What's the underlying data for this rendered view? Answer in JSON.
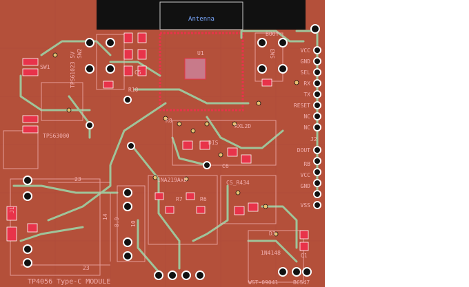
{
  "board": {
    "antenna": "Antenna",
    "module_title": "TP4056 Type-C MODULE",
    "switch_labels": [
      "SW1",
      "SW2",
      "SW3"
    ],
    "boot_label": "BOOT",
    "reg_labels": [
      "TPS61023 5V",
      "TPS63000"
    ],
    "u_label": "U1",
    "d_label": "D3",
    "diode_part": "1N4148",
    "transistor": "Q1",
    "transistor_part": "BC547",
    "conn_part": "WST-09041",
    "ina_label": "INA219AxD",
    "cs_label": "CS_R434",
    "rxl_label": "RXL2D",
    "dis_label": "DIS",
    "ref_r10": "R10",
    "ref_r8": "R8",
    "ref_c6": "C6",
    "ref_c5": "C5",
    "ref_r7": "R7",
    "ref_r6": "R6",
    "ref_j1": "J1",
    "ref_j2": "J2",
    "dim_23": "23",
    "dim_14": "14",
    "dim_89": "8.9",
    "dim_10": "10",
    "header_labels": [
      "VCC",
      "GND",
      "SEL",
      "RX",
      "TX",
      "RESET",
      "NC",
      "NC"
    ],
    "header2_labels": [
      "DOUT",
      "RB",
      "VCC",
      "GND",
      "VSS"
    ]
  },
  "colors": {
    "board": "#b4503a",
    "trace": "#9fc49a",
    "pad": "#e8334a",
    "silk": "#f2b0b0",
    "antenna_bg": "#111111"
  }
}
